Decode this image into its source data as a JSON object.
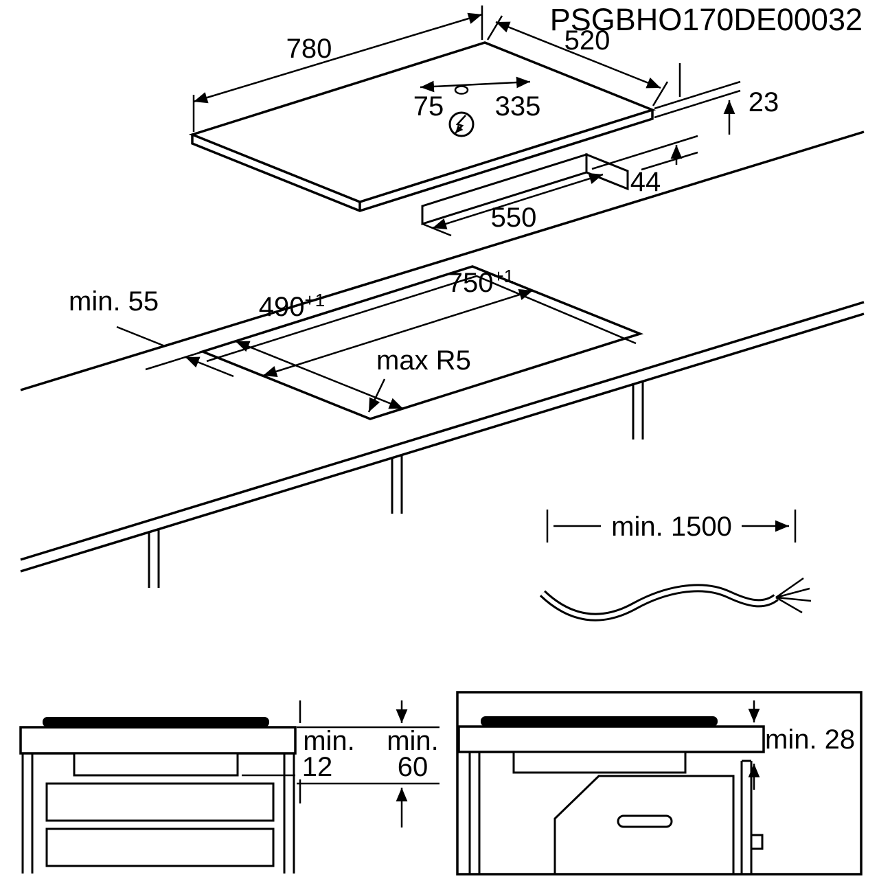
{
  "colors": {
    "background": "#ffffff",
    "line": "#000000"
  },
  "product_code": "PSGBHO170DE00032",
  "hob_view": {
    "width_mm": "780",
    "depth_mm": "520",
    "connection_left_mm": "75",
    "connection_right_mm": "335",
    "glass_height_mm": "23",
    "box_height_mm": "44",
    "box_width_mm": "550",
    "connection_icon": "lightning-bolt"
  },
  "cutout_view": {
    "rear_clearance": "min. 55",
    "depth_mm": "490",
    "depth_tolerance": "+1",
    "width_mm": "750",
    "width_tolerance": "+1",
    "corner_radius": "max R5"
  },
  "cable_view": {
    "length": "min. 1500"
  },
  "drawer_view": {
    "min_label_1": "min.",
    "gap_mm": "12",
    "min_label_2": "min.",
    "clearance_mm": "60"
  },
  "oven_view": {
    "clearance": "min. 28"
  }
}
